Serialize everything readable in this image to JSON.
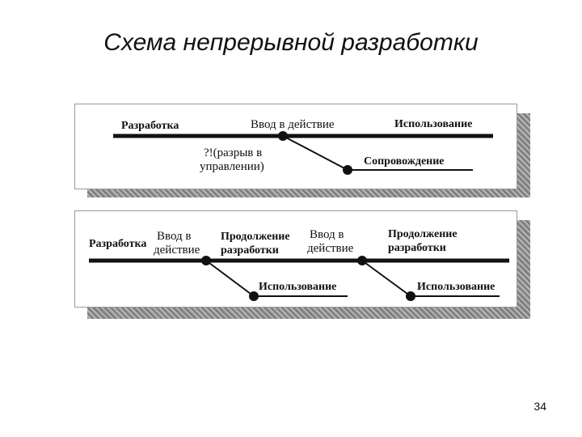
{
  "title": "Схема непрерывной разработки",
  "page_number": "34",
  "diagram1": {
    "development": "Разработка",
    "commissioning": "Ввод в действие",
    "usage": "Использование",
    "gap_line1": "?!(разрыв в",
    "gap_line2": "управлении)",
    "maintenance": "Сопровождение"
  },
  "diagram2": {
    "development": "Разработка",
    "commissioning1_line1": "Ввод в",
    "commissioning1_line2": "действие",
    "continuation1_line1": "Продолжение",
    "continuation1_line2": "разработки",
    "commissioning2_line1": "Ввод в",
    "commissioning2_line2": "действие",
    "continuation2_line1": "Продолжение",
    "continuation2_line2": "разработки",
    "usage1": "Использование",
    "usage2": "Использование"
  }
}
